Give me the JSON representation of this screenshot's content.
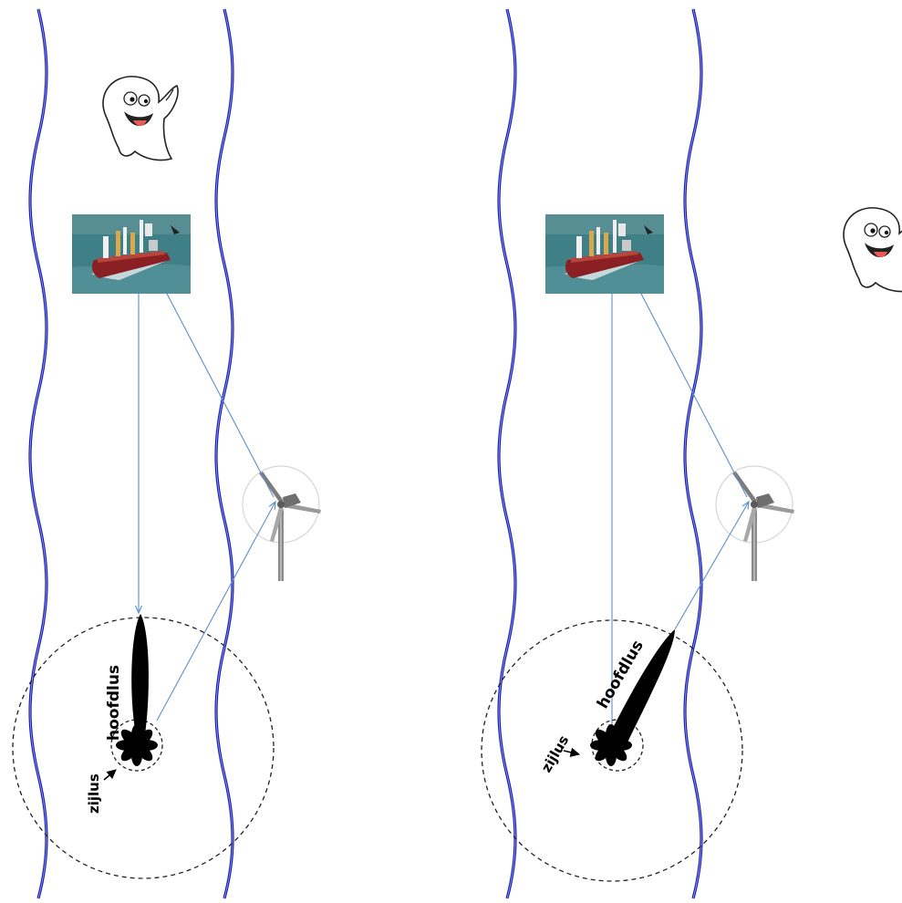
{
  "panels": [
    {
      "id": "left",
      "ship_image": "container-ship-photo",
      "ghost_icon": "ghost-icon",
      "turbine_icon": "wind-turbine-icon",
      "main_lobe_label": "hoofdlus",
      "side_lobe_label": "zijlus"
    },
    {
      "id": "right",
      "ship_image": "container-ship-photo",
      "ghost_icon": "ghost-icon",
      "turbine_icon": "wind-turbine-icon",
      "main_lobe_label": "hoofdlus",
      "side_lobe_label": "zijlus"
    }
  ],
  "colors": {
    "river_bank": "#1a1ab8",
    "signal_line": "#5b8fc9",
    "lobe": "#000000",
    "sea": "#3f7f86",
    "hull": "#8a1f24"
  }
}
